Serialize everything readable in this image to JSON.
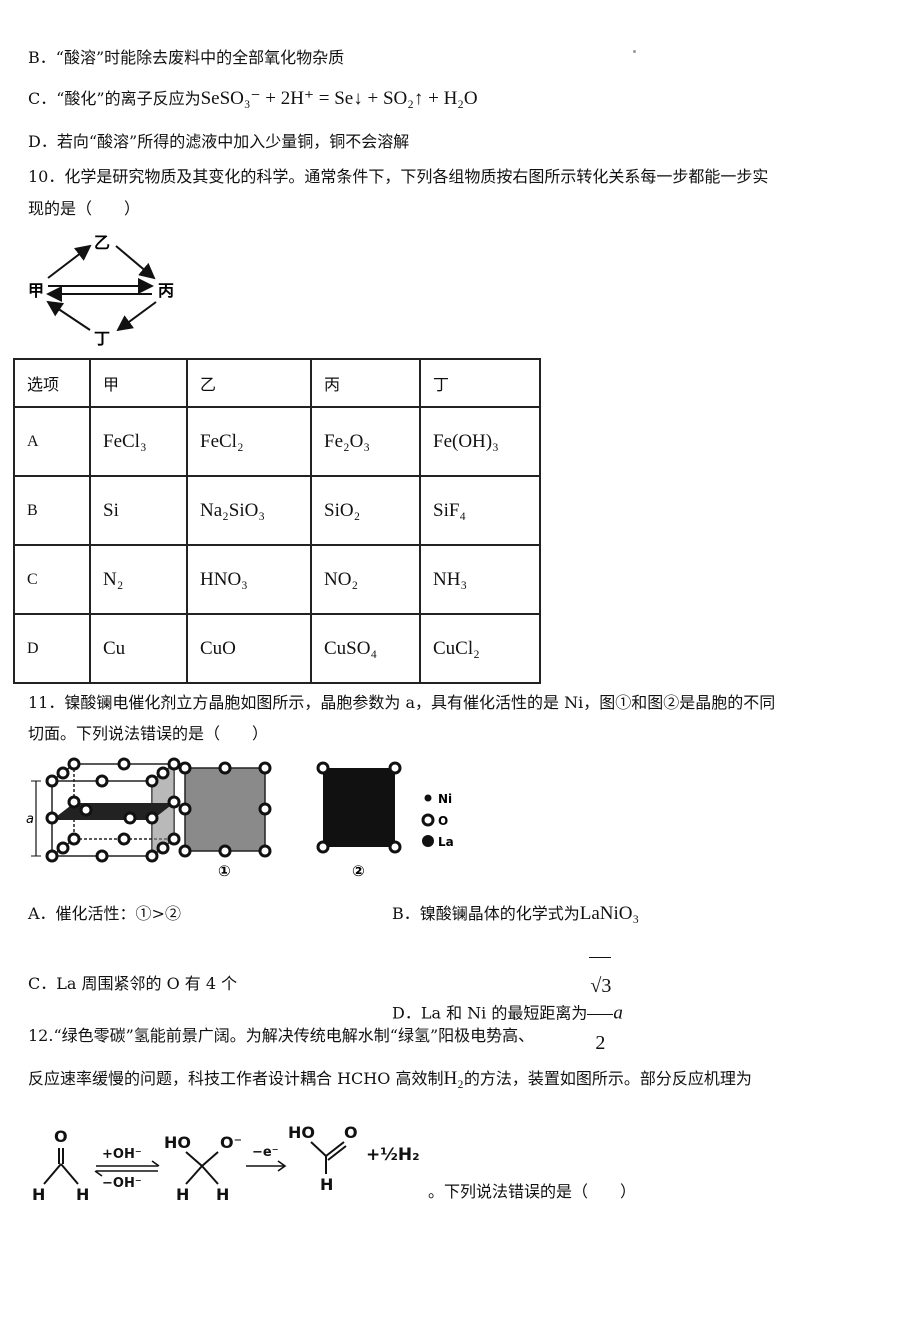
{
  "q9": {
    "opt_b": "B．“酸溶”时能除去废料中的全部氧化物杂质",
    "opt_c_prefix": "C．“酸化”的离子反应为",
    "opt_c_eq": "SeSO₃⁻ + 2H⁺ = Se↓ + SO₂↑ + H₂O",
    "opt_d": "D．若向“酸溶”所得的滤液中加入少量铜，铜不会溶解"
  },
  "q10": {
    "stem_line1": "10．化学是研究物质及其变化的科学。通常条件下，下列各组物质按右图所示转化关系每一步都能一步实",
    "stem_line2": "现的是（　　）",
    "diagram": {
      "top": "乙",
      "left": "甲",
      "right": "丙",
      "bottom": "丁"
    },
    "table": {
      "headers": [
        "选项",
        "甲",
        "乙",
        "丙",
        "丁"
      ],
      "rows": [
        [
          "A",
          "FeCl₃",
          "FeCl₂",
          "Fe₂O₃",
          "Fe(OH)₃"
        ],
        [
          "B",
          "Si",
          "Na₂SiO₃",
          "SiO₂",
          "SiF₄"
        ],
        [
          "C",
          "N₂",
          "HNO₃",
          "NO₂",
          "NH₃"
        ],
        [
          "D",
          "Cu",
          "CuO",
          "CuSO₄",
          "CuCl₂"
        ]
      ]
    }
  },
  "q11": {
    "stem_line1": "11．镍酸镧电催化剂立方晶胞如图所示，晶胞参数为 a，具有催化活性的是 Ni，图①和图②是晶胞的不同",
    "stem_line2": "切面。下列说法错误的是（　　）",
    "figure": {
      "axis_label": "a",
      "label1": "①",
      "label2": "②",
      "legend": [
        "Ni",
        "O",
        "La"
      ]
    },
    "opt_a": "A．催化活性：①>②",
    "opt_b_prefix": "B．镍酸镧晶体的化学式为",
    "opt_b_formula": "LaNiO₃",
    "opt_c": "C．La 周围紧邻的 O 有 4 个",
    "opt_d_prefix": "D．La 和 Ni 的最短距离为",
    "opt_d_num": "√3",
    "opt_d_den": "2",
    "opt_d_var": "a"
  },
  "q12": {
    "stem_line1": "12.“绿色零碳”氢能前景广阔。为解决传统电解水制“绿氢”阳极电势高、",
    "stem_line2_prefix": "反应速率缓慢的问题，科技工作者设计耦合 HCHO 高效制",
    "stem_line2_formula": "H₂",
    "stem_line2_suffix": "的方法，装置如图所示。部分反应机理为",
    "mechanism": {
      "plus_oh": "+OH⁻",
      "minus_oh": "−OH⁻",
      "minus_e": "−e⁻",
      "plus_half_h2": "+½H₂",
      "atoms": [
        "O",
        "H",
        "HO",
        "O⁻",
        "H"
      ]
    },
    "tail": "。下列说法错误的是（　　）"
  }
}
